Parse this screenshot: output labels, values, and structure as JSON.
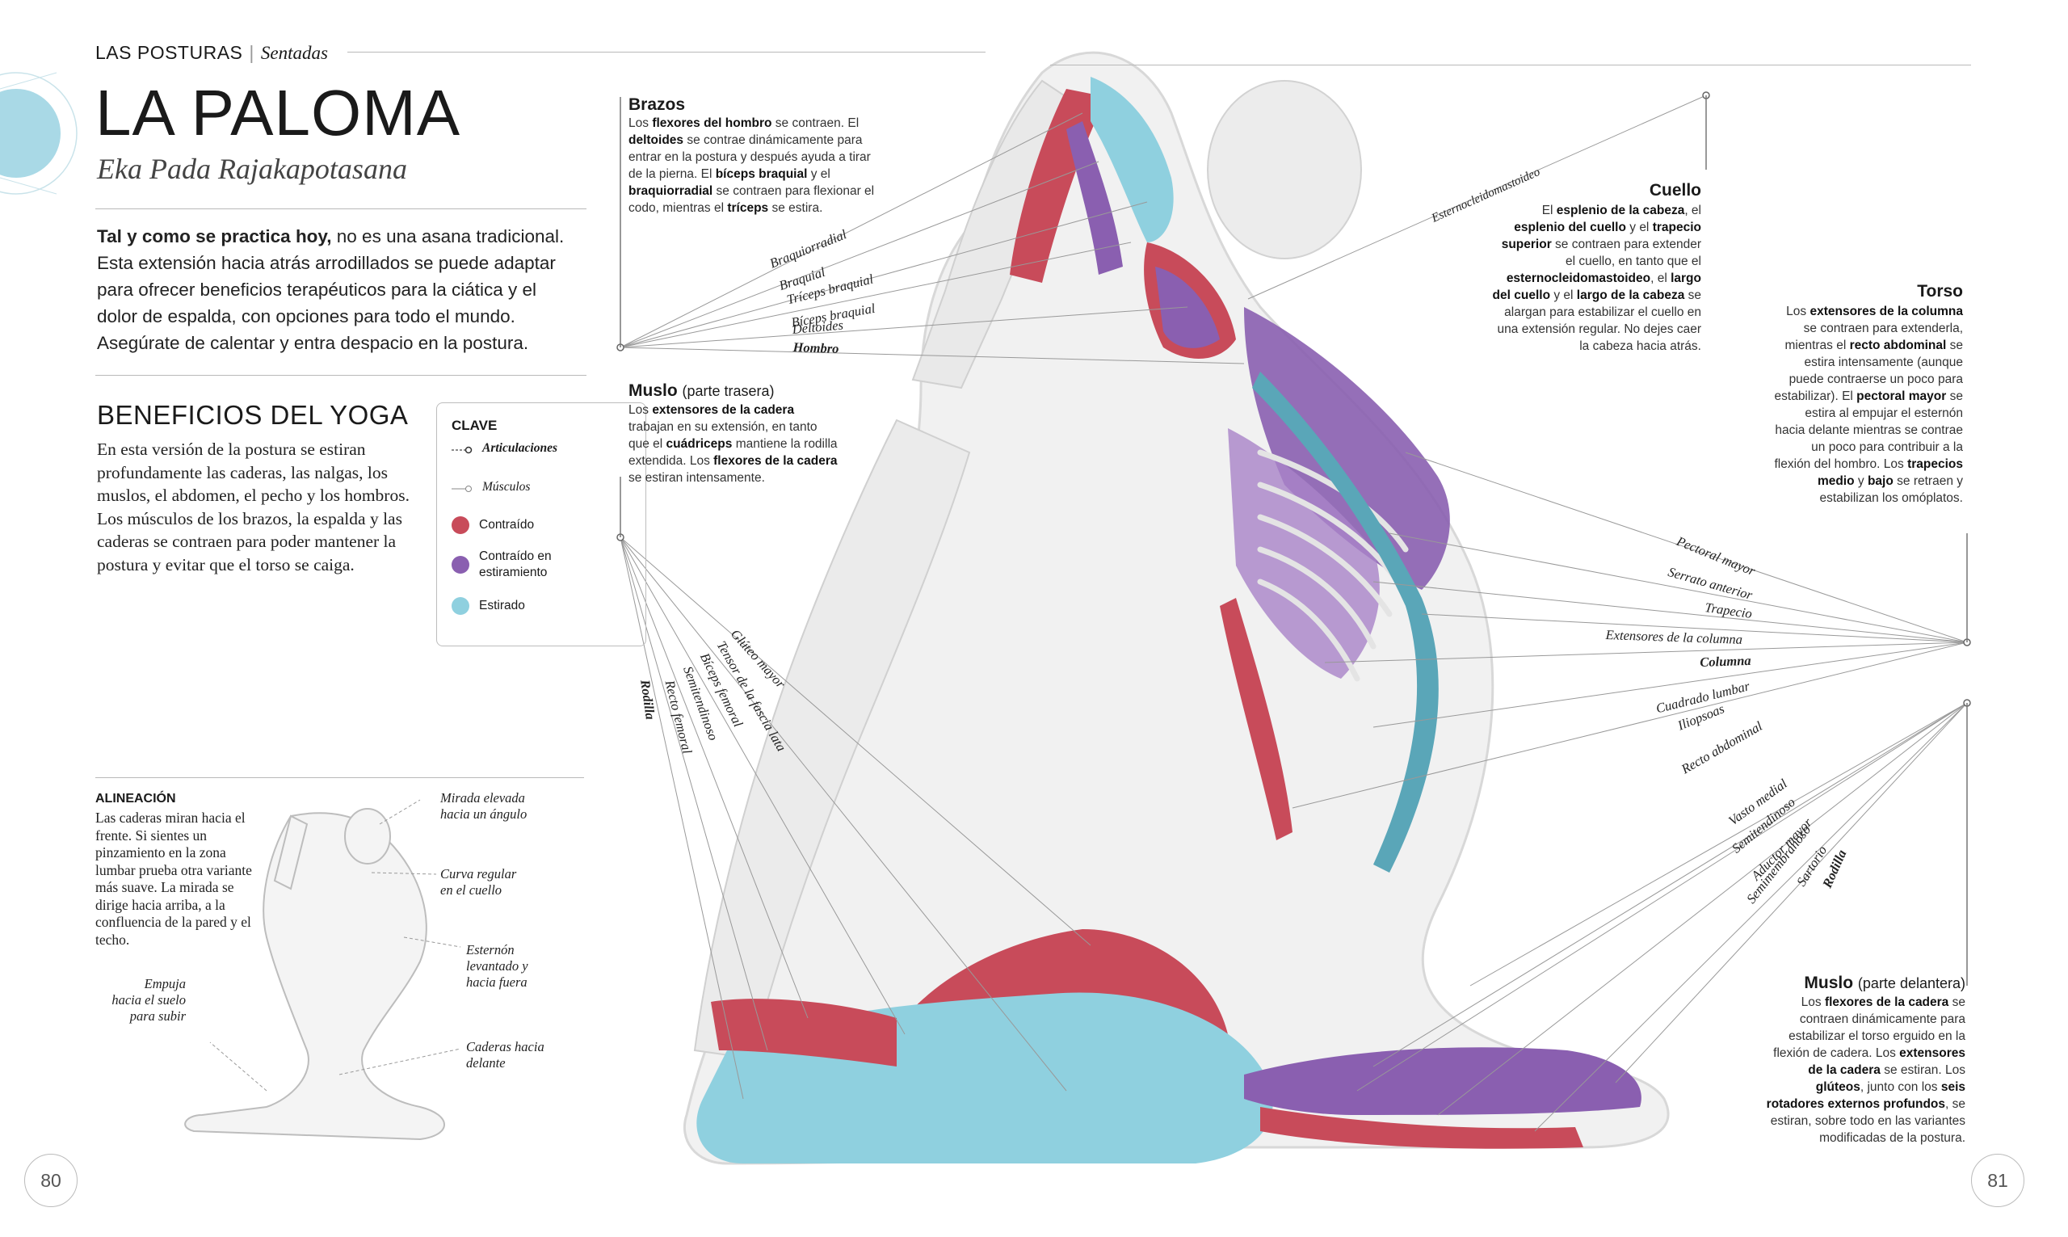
{
  "header": {
    "section": "LAS POSTURAS",
    "subsection": "Sentadas"
  },
  "title": "LA PALOMA",
  "subtitle": "Eka Pada Rajakapotasana",
  "intro": {
    "lead": "Tal y como se practica hoy,",
    "text": " no es una asana tradicional. Esta extensión hacia atrás arrodillados se puede adaptar para ofrecer beneficios terapéuticos para la ciática y el dolor de espalda, con opciones para todo el mundo. Asegúrate de calentar y entra despacio en la postura."
  },
  "benefits": {
    "title": "BENEFICIOS DEL YOGA",
    "text": "En esta versión de la postura se estiran profundamente las caderas, las nalgas, los muslos, el abdomen, el pecho y los hombros. Los músculos de los brazos, la espalda y las caderas se contraen para poder mantener la postura y evitar que el torso se caiga."
  },
  "key": {
    "title": "CLAVE",
    "joints": "Articulaciones",
    "muscles": "Músculos",
    "contracted": "Contraído",
    "contracted_stretch_1": "Contraído en",
    "contracted_stretch_2": "estiramiento",
    "stretched": "Estirado",
    "colors": {
      "contracted": "#c84b5a",
      "contracted_stretch": "#8a5fb0",
      "stretched": "#8fd0df"
    }
  },
  "alignment": {
    "title": "ALINEACIÓN",
    "text": "Las caderas miran hacia el frente. Si sientes un pinzamiento en la zona lumbar prueba otra variante más suave. La mirada se dirige hacia arriba, a la confluencia de la pared y el techo.",
    "notes": {
      "gaze_1": "Mirada elevada",
      "gaze_2": "hacia un ángulo",
      "neck_1": "Curva regular",
      "neck_2": "en el cuello",
      "sternum_1": "Esternón",
      "sternum_2": "levantado y",
      "sternum_3": "hacia fuera",
      "hips_1": "Caderas hacia",
      "hips_2": "delante",
      "push_1": "Empuja",
      "push_2": "hacia el suelo",
      "push_3": "para subir"
    }
  },
  "panels": {
    "brazos": {
      "title": "Brazos",
      "b1": "Los ",
      "k1": "flexores del hombro",
      "b2": " se contraen. El ",
      "k2": "deltoides",
      "b3": " se contrae dinámicamente para entrar en la postura y después ayuda a tirar de la pierna. El ",
      "k3": "bíceps braquial",
      "b4": " y el ",
      "k4": "braquiorradial",
      "b5": " se contraen para flexionar el codo, mientras el ",
      "k5": "tríceps",
      "b6": " se estira."
    },
    "muslo_trasera": {
      "title": "Muslo",
      "title_sub": "(parte trasera)",
      "b1": "Los ",
      "k1": "extensores de la cadera",
      "b2": " trabajan en su extensión, en tanto que el ",
      "k2": "cuádriceps",
      "b3": " mantiene la rodilla extendida. Los ",
      "k3": "flexores de la cadera",
      "b4": " se estiran intensamente."
    },
    "cuello": {
      "title": "Cuello",
      "b1": "El ",
      "k1": "esplenio de la cabeza",
      "b2": ", el ",
      "k2": "esplenio del cuello",
      "b3": " y el ",
      "k3": "trapecio superior",
      "b4": " se contraen para extender el cuello, en tanto que el ",
      "k4": "esternocleidomastoideo",
      "b5": ", el ",
      "k5": "largo del cuello",
      "b6": " y el ",
      "k6": "largo de la cabeza",
      "b7": " se alargan para estabilizar el cuello en una extensión regular. No dejes caer la cabeza hacia atrás."
    },
    "torso": {
      "title": "Torso",
      "b1": "Los ",
      "k1": "extensores de la columna",
      "b2": " se contraen para extenderla, mientras el ",
      "k2": "recto abdominal",
      "b3": " se estira intensamente (aunque puede contraerse un poco para estabilizar). El ",
      "k3": "pectoral mayor",
      "b4": " se estira al empujar el esternón hacia delante mientras se contrae un poco para contribuir a la flexión del hombro. Los ",
      "k4": "trapecios medio",
      "b5": " y ",
      "k5": "bajo",
      "b6": " se retraen y estabilizan los omóplatos."
    },
    "muslo_delantera": {
      "title": "Muslo",
      "title_sub": "(parte delantera)",
      "b1": "Los ",
      "k1": "flexores de la cadera",
      "b2": " se contraen dinámicamente para estabilizar el torso erguido en la flexión de cadera. Los ",
      "k2": "extensores de la cadera",
      "b3": " se estiran. Los ",
      "k3": "glúteos",
      "b4": ", junto con los ",
      "k4": "seis rotadores externos profundos",
      "b5": ", se estiran, sobre todo en las variantes modificadas de la postura."
    }
  },
  "labels": {
    "braquiorradial": "Braquiorradial",
    "braquial": "Braquial",
    "triceps": "Tríceps braquial",
    "biceps_braquial": "Bíceps braquial",
    "deltoides": "Deltoides",
    "hombro": "Hombro",
    "esternocleido": "Esternocleidomastoideo",
    "gluteo": "Glúteo mayor",
    "tensor": "Tensor de la fascia lata",
    "biceps_femoral": "Bíceps femoral",
    "semitendinoso": "Semitendinoso",
    "recto_femoral": "Recto femoral",
    "rodilla": "Rodilla",
    "pectoral": "Pectoral mayor",
    "serrato": "Serrato anterior",
    "trapecio": "Trapecio",
    "extensores": "Extensores de la columna",
    "columna": "Columna",
    "cuadrado": "Cuadrado lumbar",
    "iliopsoas": "Iliopsoas",
    "recto_abdominal": "Recto abdominal",
    "vasto": "Vasto medial",
    "semitendinoso2": "Semitendinoso",
    "aductor": "Aductor mayor",
    "semimembranoso": "Semimembranoso",
    "sartorio": "Sartorio",
    "rodilla2": "Rodilla"
  },
  "page_numbers": {
    "left": "80",
    "right": "81"
  }
}
